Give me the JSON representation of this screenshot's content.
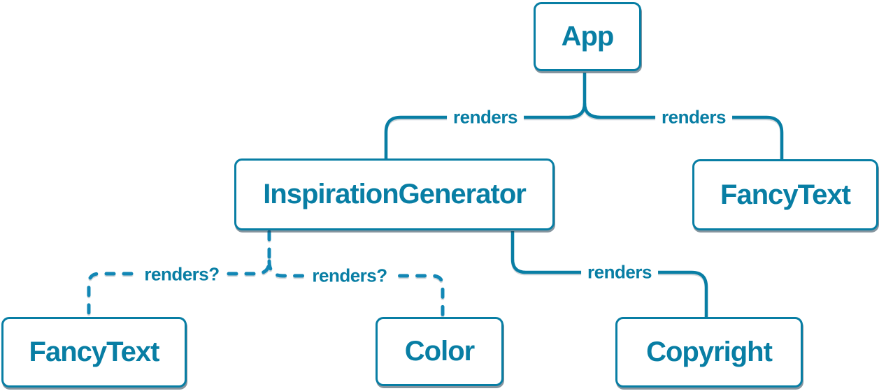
{
  "diagram": {
    "type": "component-render-tree",
    "colors": {
      "accent": "#087EA4",
      "dashed_line": "#1287B5",
      "node_fill": "#FFFFFF",
      "background": "#FFFFFF",
      "shadow": "rgba(35,62,80,0.55)"
    },
    "nodes": [
      {
        "id": "app",
        "label": "App"
      },
      {
        "id": "inspiration-generator",
        "label": "InspirationGenerator"
      },
      {
        "id": "fancy-text-top",
        "label": "FancyText"
      },
      {
        "id": "fancy-text-bottom",
        "label": "FancyText"
      },
      {
        "id": "color",
        "label": "Color"
      },
      {
        "id": "copyright",
        "label": "Copyright"
      }
    ],
    "edges": [
      {
        "id": "app-to-inspiration-generator",
        "label": "renders",
        "style": "solid"
      },
      {
        "id": "app-to-fancy-text",
        "label": "renders",
        "style": "solid"
      },
      {
        "id": "inspiration-generator-to-fancy-text",
        "label": "renders?",
        "style": "dashed"
      },
      {
        "id": "inspiration-generator-to-color",
        "label": "renders?",
        "style": "dashed"
      },
      {
        "id": "inspiration-generator-to-copyright",
        "label": "renders",
        "style": "solid"
      }
    ]
  }
}
